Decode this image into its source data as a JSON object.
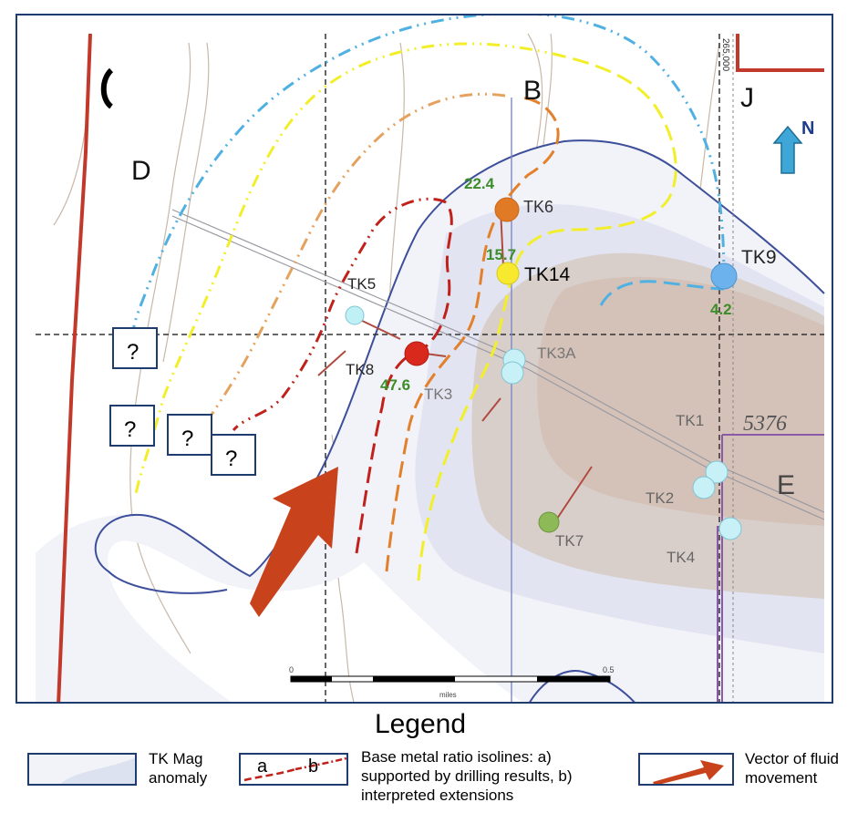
{
  "map": {
    "regions": {
      "d": "D",
      "b": "B",
      "j": "J",
      "e": "E"
    },
    "north": "N",
    "grid_label": "265,000",
    "parcel_label": "5376",
    "scale": {
      "start": "0",
      "end": "0.5",
      "unit": "miles"
    },
    "unknown_mark": "?",
    "wells": [
      {
        "name": "TK6",
        "value": "22.4",
        "color": "#e07a25"
      },
      {
        "name": "TK14",
        "value": "15.7",
        "color": "#f7e92e"
      },
      {
        "name": "TK9",
        "value": "4.2",
        "color": "#6cb3ee"
      },
      {
        "name": "TK8",
        "value": "47.6",
        "color": "#d9291c"
      },
      {
        "name": "TK5",
        "color": "#bff0f5"
      },
      {
        "name": "TK3A",
        "color": "#c7f1f6"
      },
      {
        "name": "TK3",
        "color": "#c7f1f6"
      },
      {
        "name": "TK1",
        "color": "#c7f1f6"
      },
      {
        "name": "TK2",
        "color": "#c7f1f6"
      },
      {
        "name": "TK4",
        "color": "#c7f1f6"
      },
      {
        "name": "TK7",
        "color": "#8db956"
      }
    ],
    "colors": {
      "isoline_red": "#c0221b",
      "isoline_orange": "#e2802c",
      "isoline_tan": "#e5a25f",
      "isoline_yellow": "#f2ee2a",
      "isoline_blue": "#4fb0e2",
      "anomaly_outline": "#3d4f9a",
      "arrow": "#c8431c",
      "north_arrow": "#3ea7d8",
      "well_value": "#3d8c2a"
    }
  },
  "legend": {
    "title": "Legend",
    "mag_anomaly": "TK Mag anomaly",
    "isolines_line1": "Base metal ratio isolines: a)",
    "isolines_line2": "supported by drilling results, b)",
    "isolines_line3": "interpreted extensions",
    "isoline_a": "a",
    "isoline_b": "b",
    "vector_line1": "Vector of fluid",
    "vector_line2": "movement"
  }
}
